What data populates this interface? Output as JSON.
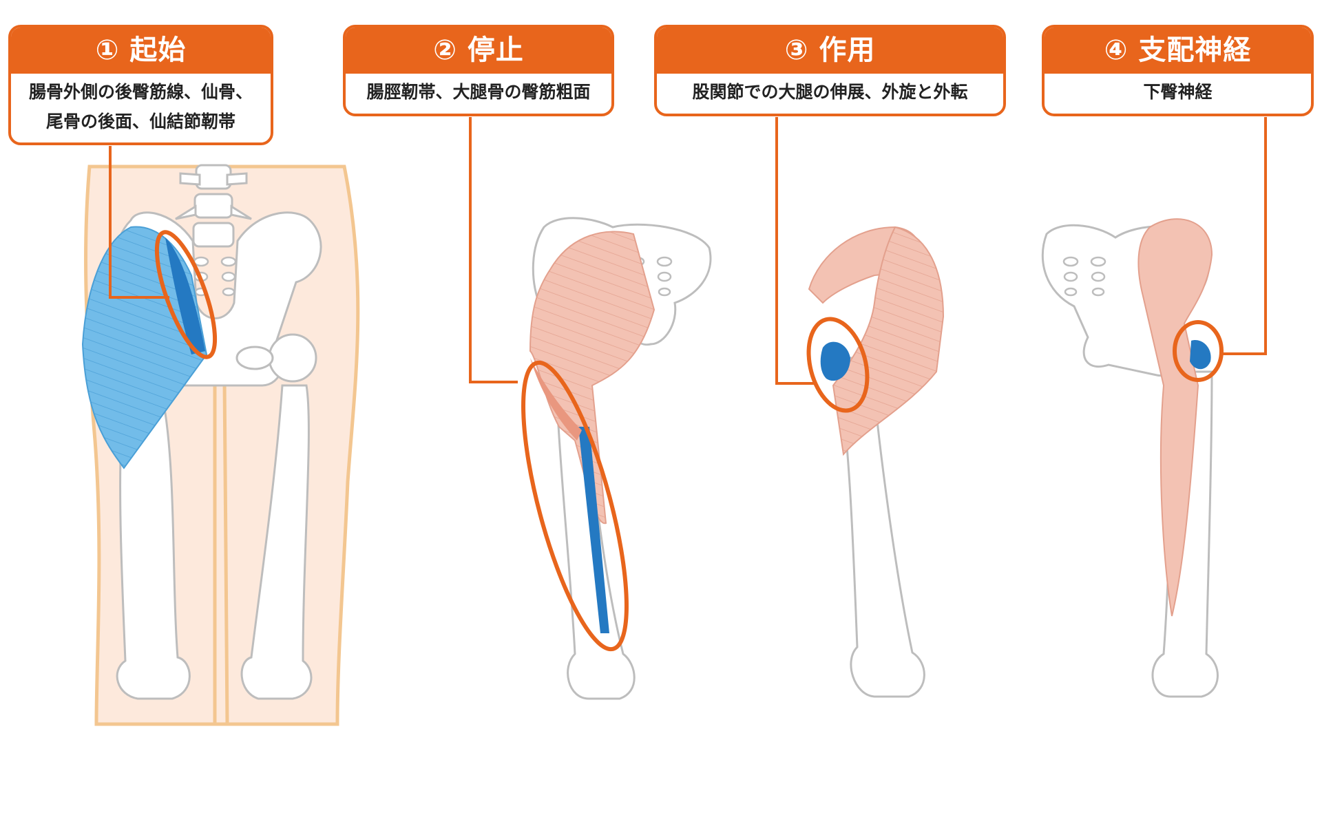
{
  "colors": {
    "accent": "#e8651c",
    "muscle_blue": "#6bb8e8",
    "muscle_blue_dark": "#2479c2",
    "muscle_pink": "#f2b8a6",
    "skin": "#fde9dc",
    "skin_outline": "#f3c690",
    "bone_outline": "#bdbdbd"
  },
  "boxes": [
    {
      "title": "① 起始",
      "lines": [
        "腸骨外側の後臀筋線、仙骨、",
        "尾骨の後面、仙結節靭帯"
      ]
    },
    {
      "title": "② 停止",
      "lines": [
        "腸脛靭帯、大腿骨の臀筋粗面"
      ]
    },
    {
      "title": "③ 作用",
      "lines": [
        "股関節での大腿の伸展、外旋と外転"
      ]
    },
    {
      "title": "④ 支配神経",
      "lines": [
        "下臀神経"
      ]
    }
  ]
}
